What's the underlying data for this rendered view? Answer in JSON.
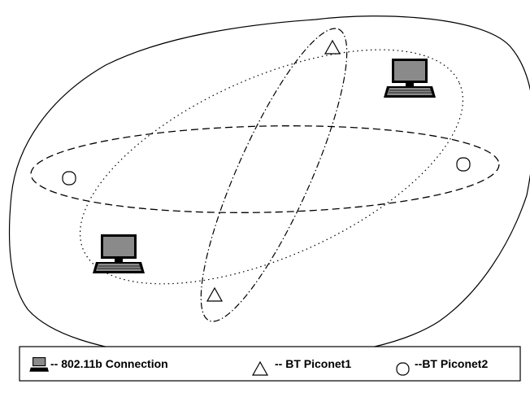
{
  "legend": {
    "items": [
      {
        "icon": "laptop-icon",
        "label": "-- 802.11b Connection"
      },
      {
        "icon": "triangle-icon",
        "label": "-- BT Piconet1"
      },
      {
        "icon": "circle-icon",
        "label": "--BT Piconet2"
      }
    ]
  },
  "colors": {
    "stroke": "#000000",
    "background": "#ffffff"
  }
}
